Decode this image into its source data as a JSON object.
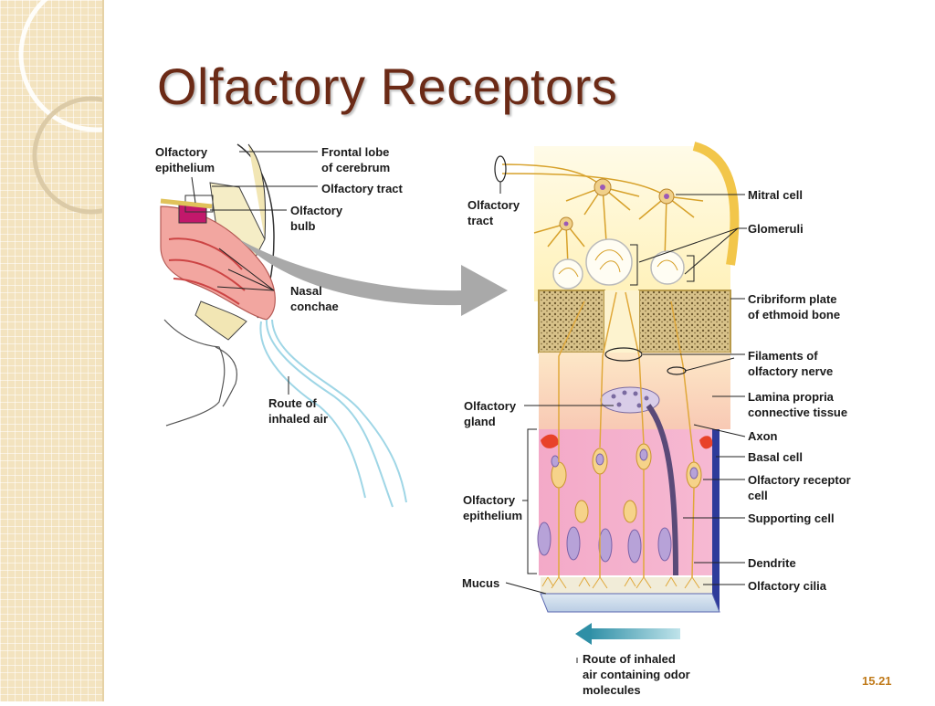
{
  "slide": {
    "title": "Olfactory Receptors",
    "slide_number": "15.21"
  },
  "colors": {
    "title": "#6b2a16",
    "sidebar": "#f3e3bf",
    "slide_number": "#c07a1a",
    "arrow": "#a9a9a9"
  },
  "left_panel": {
    "labels": {
      "olfactory_epithelium": "Olfactory\nepithelium",
      "frontal_lobe": "Frontal lobe\nof cerebrum",
      "olfactory_tract": "Olfactory tract",
      "olfactory_bulb": "Olfactory\nbulb",
      "nasal_conchae": "Nasal\nconchae",
      "route_of_inhaled_air": "Route of\ninhaled air"
    }
  },
  "right_panel": {
    "labels": {
      "olfactory_tract": "Olfactory\ntract",
      "mitral_cell": "Mitral cell",
      "glomeruli": "Glomeruli",
      "cribriform_plate": "Cribriform plate\nof ethmoid bone",
      "filaments": "Filaments of\nolfactory nerve",
      "lamina_propria": "Lamina propria\nconnective tissue",
      "olfactory_gland": "Olfactory\ngland",
      "axon": "Axon",
      "basal_cell": "Basal cell",
      "olfactory_receptor_cell": "Olfactory receptor\ncell",
      "olfactory_epithelium": "Olfactory\nepithelium",
      "supporting_cell": "Supporting cell",
      "dendrite": "Dendrite",
      "mucus": "Mucus",
      "olfactory_cilia": "Olfactory cilia",
      "route_of_inhaled_air": "Route of inhaled\nair containing odor\nmolecules"
    }
  }
}
